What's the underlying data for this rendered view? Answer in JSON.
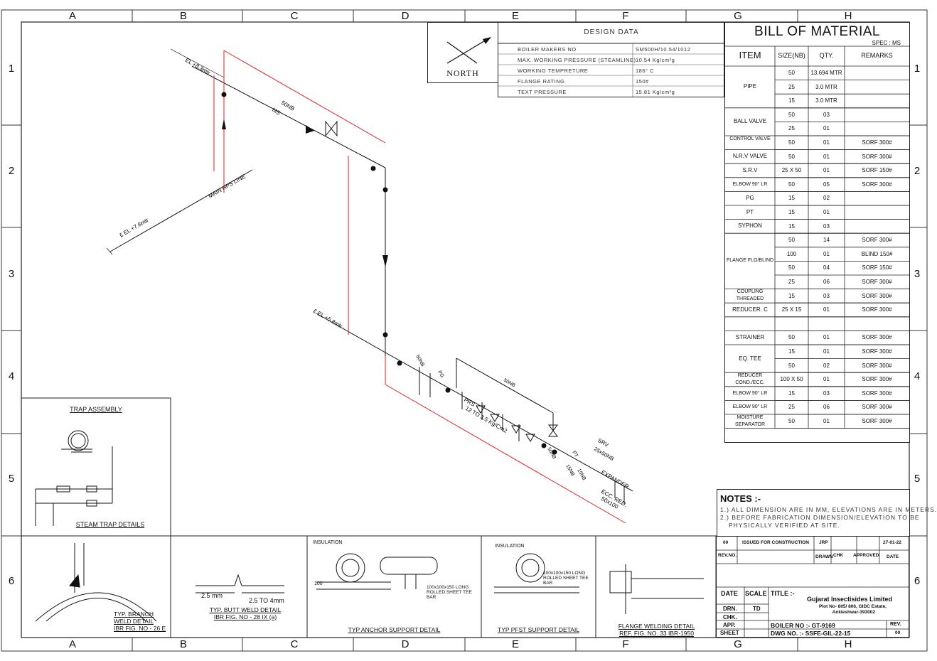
{
  "border": {
    "columns": [
      "A",
      "B",
      "C",
      "D",
      "E",
      "F",
      "G",
      "H"
    ],
    "rows": [
      "1",
      "2",
      "3",
      "4",
      "5",
      "6"
    ]
  },
  "north": {
    "label": "NORTH"
  },
  "design_data": {
    "title": "DESIGN  DATA",
    "rows": [
      {
        "label": "BOILER MAKERS NO",
        "value": "SM500H/10.54/1012"
      },
      {
        "label": "MAX. WORKING PRESSURE (STEAMLINE)",
        "value": "10.54  Kg/cm²g"
      },
      {
        "label": "WORKING TEMPRETURE",
        "value": "186° C"
      },
      {
        "label": "FLANGE RATING",
        "value": "150#"
      },
      {
        "label": "TEXT PRESSURE",
        "value": "15.81  Kg/cm²g"
      }
    ]
  },
  "bom": {
    "title": "BILL OF MATERIAL",
    "spec": "SPEC : MS",
    "headers": [
      "ITEM",
      "SIZE(NB)",
      "QTY.",
      "REMARKS"
    ],
    "groups": [
      {
        "item": "PIPE",
        "rows": [
          [
            "50",
            "13.694 MTR",
            ""
          ],
          [
            "25",
            "3.0 MTR",
            ""
          ],
          [
            "15",
            "3.0 MTR",
            ""
          ]
        ]
      },
      {
        "item": "BALL VALVE",
        "rows": [
          [
            "50",
            "03",
            ""
          ],
          [
            "25",
            "01",
            ""
          ]
        ]
      },
      {
        "item": "CONTROL VALVE",
        "rows": [
          [
            "50",
            "01",
            "SORF 300#"
          ]
        ]
      },
      {
        "item": "N.R.V VALVE",
        "rows": [
          [
            "50",
            "01",
            "SORF 300#"
          ]
        ]
      },
      {
        "item": "S.R.V",
        "rows": [
          [
            "25 X 50",
            "01",
            "SORF 150#"
          ]
        ]
      },
      {
        "item": "ELBOW 90° LR",
        "rows": [
          [
            "50",
            "05",
            "SORF 300#"
          ]
        ]
      },
      {
        "item": "PG",
        "rows": [
          [
            "15",
            "02",
            ""
          ]
        ]
      },
      {
        "item": "PT",
        "rows": [
          [
            "15",
            "01",
            ""
          ]
        ]
      },
      {
        "item": "SYPHON",
        "rows": [
          [
            "15",
            "03",
            ""
          ]
        ]
      },
      {
        "item": "FLANGE FLG/BLIND",
        "rows": [
          [
            "50",
            "14",
            "SORF 300#"
          ],
          [
            "100",
            "01",
            "BLIND 150#"
          ],
          [
            "50",
            "04",
            "SORF 150#"
          ],
          [
            "25",
            "06",
            "SORF 300#"
          ]
        ]
      },
      {
        "item": "COUPLING THREADED",
        "rows": [
          [
            "15",
            "03",
            "SORF 300#"
          ]
        ]
      },
      {
        "item": "REDUCER. C",
        "rows": [
          [
            "25 X 15",
            "01",
            "SORF 300#"
          ]
        ]
      },
      {
        "item": "",
        "rows": [
          [
            "",
            "",
            ""
          ]
        ]
      },
      {
        "item": "STRAINER",
        "rows": [
          [
            "50",
            "01",
            "SORF 300#"
          ]
        ]
      },
      {
        "item": "EQ. TEE",
        "rows": [
          [
            "15",
            "01",
            "SORF 300#"
          ],
          [
            "50",
            "02",
            "SORF 300#"
          ]
        ]
      },
      {
        "item": "REDUCER COND./ECC.",
        "rows": [
          [
            "100 X 50",
            "01",
            "SORF 300#"
          ]
        ]
      },
      {
        "item": "ELBOW 90° LR",
        "rows": [
          [
            "15",
            "03",
            "SORF 300#"
          ]
        ]
      },
      {
        "item": "ELBOW 90° LR",
        "rows": [
          [
            "25",
            "06",
            "SORF 300#"
          ]
        ]
      },
      {
        "item": "MOISTURE SEPARATOR",
        "rows": [
          [
            "50",
            "01",
            "SORF 300#"
          ]
        ]
      }
    ]
  },
  "notes": {
    "title": "NOTES :-",
    "lines": [
      "1.)  ALL  DIMENSION  ARE  IN  MM,  ELEVATIONS  ARE  IN  METERS.",
      "2.)  BEFORE  FABRICATION  DIMENSION/ELEVATION  TO  BE",
      "PHYSICALLY  VERIFIED  AT  SITE."
    ]
  },
  "revision": {
    "rev": "00",
    "description": "ISSUED FOR CONSTRUCTION",
    "drawn": "JRP",
    "date": "27-01-22",
    "headers": [
      "REV.NO.",
      "DRAWN",
      "CHK",
      "APPROVED",
      "DATE"
    ]
  },
  "title_block": {
    "labels": [
      "DATE",
      "SCALE",
      "TITLE :-",
      "DRN.",
      "CHK.",
      "APP.",
      "SHEET"
    ],
    "drn_value": "TD",
    "company": "Gujarat Insectisides Limited",
    "address1": "Plot No- 805/ 806, GIDC Estate,",
    "address2": "Ankleshwar-393002",
    "boiler_no": "BOILER NO :-  GT-9169",
    "dwg_no": "DWG NO. :-   SSFE-GIL-22-15",
    "rev_label": "REV.",
    "rev_value": "00"
  },
  "iso_labels": {
    "el1": "EL +8.3mtr",
    "el2": "£ EL +7.8mtr",
    "el3": "£ EL +5.8mtr",
    "pipe": "50NB",
    "ms": "MS",
    "main": "MAIN HPS LINE",
    "prs": "PRS",
    "prs2": "12 TO 3.5 Kg/Cm2",
    "srv": "SRV",
    "srv2": "25x50NB",
    "expander": "EXPANDER",
    "ecc": "ECC. RED.",
    "ecc2": "50x100",
    "nb15a": "15NB",
    "nb15b": "15NB",
    "nb50b": "50NB",
    "nb50c": "50NB",
    "nb50d": "50NB",
    "pg": "PG",
    "pt": "PT"
  },
  "details": {
    "trap_assembly": "TRAP ASSEMBLY",
    "steam_trap": "STEAM TRAP DETAILS",
    "branch_weld": [
      "TYP. BRANCH",
      "WELD DETAIL",
      "IBR FIG. NO - 26 E"
    ],
    "butt_weld": [
      "TYP. BUTT WELD DETAIL",
      "IBR FIG. NO - 28 IX (a)"
    ],
    "anchor": "TYP ANCHOR SUPPORT  DETAIL",
    "pfst": "TYP PFST SUPPORT  DETAIL",
    "flange": [
      "FLANGE WELDING DETAIL",
      "REF. FIG. NO. 33 IBR-1950"
    ],
    "insulation": "INSULATION",
    "dim_25": "2.5  mm",
    "dim_25_4": "2.5  TO  4mm",
    "dim_100": "100",
    "sheet_tee": "100x100x150 LONG ROLLED SHEET TEE BAR"
  }
}
